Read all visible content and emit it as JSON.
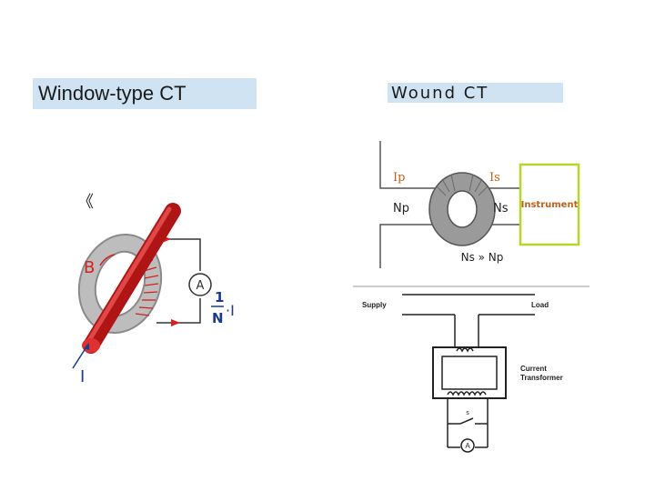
{
  "left_title": "Window-type CT",
  "right_title": "Wound CT",
  "marker": "《",
  "window_ct": {
    "flux_label": "B",
    "ammeter": "A",
    "ratio_num": "1",
    "ratio_den": "N",
    "ratio_suffix": "·I",
    "current_label": "I"
  },
  "wound_ct": {
    "ip": "Ip",
    "is": "Is",
    "np": "Np",
    "ns": "Ns",
    "instrument": "Instrument",
    "relation": "Ns » Np"
  },
  "schematic": {
    "supply": "Supply",
    "load": "Load",
    "ct_line1": "Current",
    "ct_line2": "Transformer",
    "switch": "s",
    "ammeter": "A"
  },
  "colors": {
    "title_bg": "#cfe3f3",
    "conductor": "#d42020",
    "core_grey": "#9a9a9a",
    "instrument_border": "#b7d62a",
    "label_orange": "#c0601a"
  }
}
